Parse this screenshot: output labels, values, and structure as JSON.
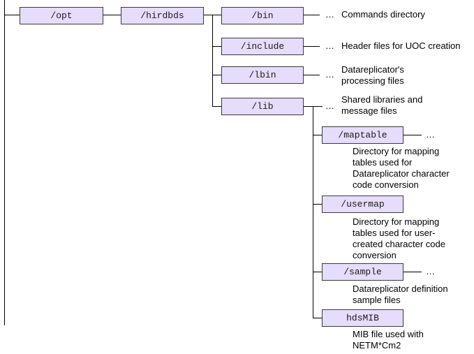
{
  "colors": {
    "box_fill": "#e6dcfb",
    "box_border": "#3a3a3a",
    "line": "#000000"
  },
  "nodes": {
    "opt": "/opt",
    "hirdbds": "/hirdbds",
    "bin": "/bin",
    "include": "/include",
    "lbin": "/lbin",
    "lib": "/lib",
    "maptable": "/maptable",
    "usermap": "/usermap",
    "sample": "/sample",
    "hdsmib": "hdsMIB"
  },
  "ellipsis": "…",
  "descriptions": {
    "bin": [
      "Commands directory"
    ],
    "include": [
      "Header files for UOC creation"
    ],
    "lbin": [
      "Datareplicator's",
      "processing files"
    ],
    "lib": [
      "Shared libraries and",
      "message files"
    ],
    "maptable": [
      "Directory for mapping",
      "tables used for",
      "Datareplicator character",
      "code conversion"
    ],
    "usermap": [
      "Directory for mapping",
      "tables used for user-",
      "created character code",
      "conversion"
    ],
    "sample": [
      "Datareplicator definition",
      "sample files"
    ],
    "hdsmib": [
      "MIB file used with",
      "NETM*Cm2"
    ]
  }
}
